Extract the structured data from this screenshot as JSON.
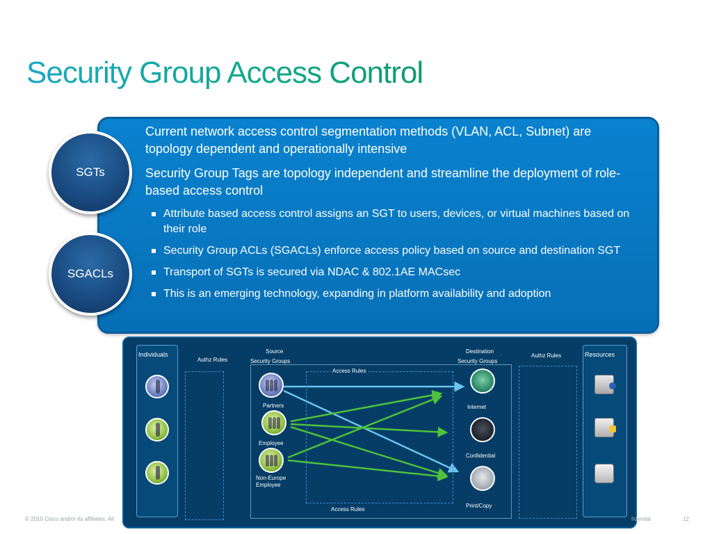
{
  "title": "Security Group Access Control",
  "panel": {
    "paragraphs": [
      "Current network access control segmentation methods (VLAN, ACL, Subnet) are topology dependent and operationally intensive",
      "Security Group Tags are topology independent and streamline the deployment of role-based access control"
    ],
    "bullets": [
      "Attribute based access control assigns an SGT to users, devices, or virtual machines based on their role",
      "Security Group ACLs (SGACLs) enforce access policy based on source and destination SGT",
      "Transport of SGTs is secured via NDAC & 802.1AE MACsec",
      "This is an emerging technology, expanding in platform availability and adoption"
    ]
  },
  "bubbles": {
    "sgt": "SGTs",
    "sgacl": "SGACLs"
  },
  "diagram": {
    "individuals_title": "Individuals",
    "resources_title": "Resources",
    "authz_left": "Authz Rules",
    "authz_right": "Authz Rules",
    "source_label": "Source",
    "source_label_2": "Security Groups",
    "destination_label": "Destination",
    "destination_label_2": "Security Groups",
    "access_rules_top": "Access Rules",
    "access_rules_bottom": "Access Rules",
    "source_groups": [
      "Partners",
      "Employee",
      "Non-Europe",
      "Employee"
    ],
    "destination_groups": [
      "Internet",
      "Confidential",
      "Print/Copy"
    ],
    "colors": {
      "partner_line": "#6cc3f0",
      "employee_line": "#4fc23a"
    },
    "icons": {
      "individuals": [
        "person-icon",
        "person-icon",
        "person-icon"
      ],
      "sources": [
        "partners-group-icon",
        "employee-group-icon",
        "non-europe-employee-group-icon"
      ],
      "destinations": [
        "internet-icon",
        "confidential-server-icon",
        "printer-icon"
      ],
      "resources": [
        "server-icon",
        "file-server-icon",
        "printer-icon"
      ]
    }
  },
  "footer": {
    "copyright": "© 2010 Cisco and/or its affiliates. All",
    "confidential": "fidential",
    "page_number": "12"
  }
}
